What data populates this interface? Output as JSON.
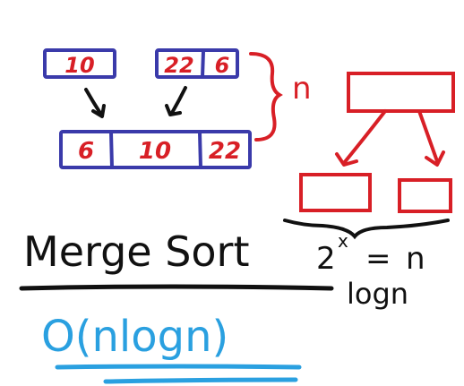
{
  "colors": {
    "blue": "#3a3aaa",
    "red": "#d81f26",
    "black": "#111111",
    "cyan": "#2aa0e0"
  },
  "merge_example": {
    "left_input": [
      "10"
    ],
    "right_input": [
      "22",
      "6"
    ],
    "merged_output": [
      "6",
      "10",
      "22"
    ]
  },
  "bracket_label": "n",
  "tree_label": "n",
  "exponent_equation": {
    "base": "2",
    "exponent": "x",
    "equals": "=",
    "rhs": "n"
  },
  "logn_label": "logn",
  "title": "Merge Sort",
  "complexity": "O(nlogn)"
}
